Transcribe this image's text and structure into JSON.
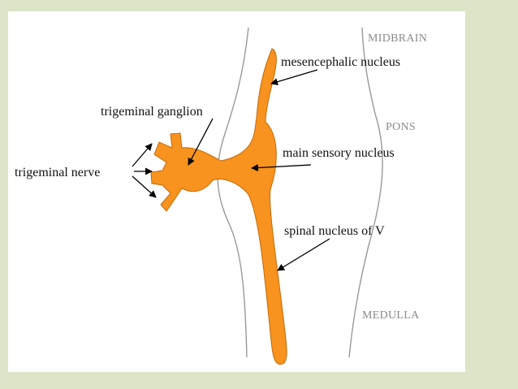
{
  "regions": {
    "midbrain": "MIDBRAIN",
    "pons": "PONS",
    "medulla": "MEDULLA"
  },
  "labels": {
    "mesencephalic": "mesencephalic nucleus",
    "ganglion": "trigeminal ganglion",
    "main_sensory": "main sensory nucleus",
    "nerve": "trigeminal nerve",
    "spinal": "spinal nucleus of V"
  },
  "colors": {
    "background": "#dde5c8",
    "nucleus": "#f7931e",
    "outline": "#9a9a9a"
  }
}
